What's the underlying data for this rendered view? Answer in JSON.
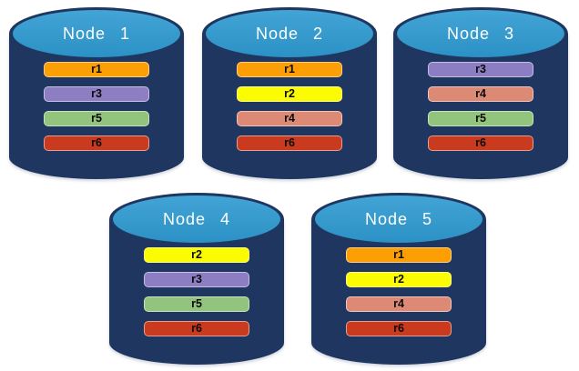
{
  "palette": {
    "cylinder_body": "#1F3760",
    "cylinder_top": "#2E9AD1",
    "r1": "#FB9F05",
    "r2": "#FBFB02",
    "r3": "#8D7EC4",
    "r4": "#DC8A75",
    "r5": "#93C47D",
    "r6": "#C93A1E"
  },
  "nodes": [
    {
      "label": "Node 1",
      "partitions": [
        "r1",
        "r3",
        "r5",
        "r6"
      ]
    },
    {
      "label": "Node 2",
      "partitions": [
        "r1",
        "r2",
        "r4",
        "r6"
      ]
    },
    {
      "label": "Node 3",
      "partitions": [
        "r3",
        "r4",
        "r5",
        "r6"
      ]
    },
    {
      "label": "Node 4",
      "partitions": [
        "r2",
        "r3",
        "r5",
        "r6"
      ]
    },
    {
      "label": "Node 5",
      "partitions": [
        "r1",
        "r2",
        "r4",
        "r6"
      ]
    }
  ]
}
